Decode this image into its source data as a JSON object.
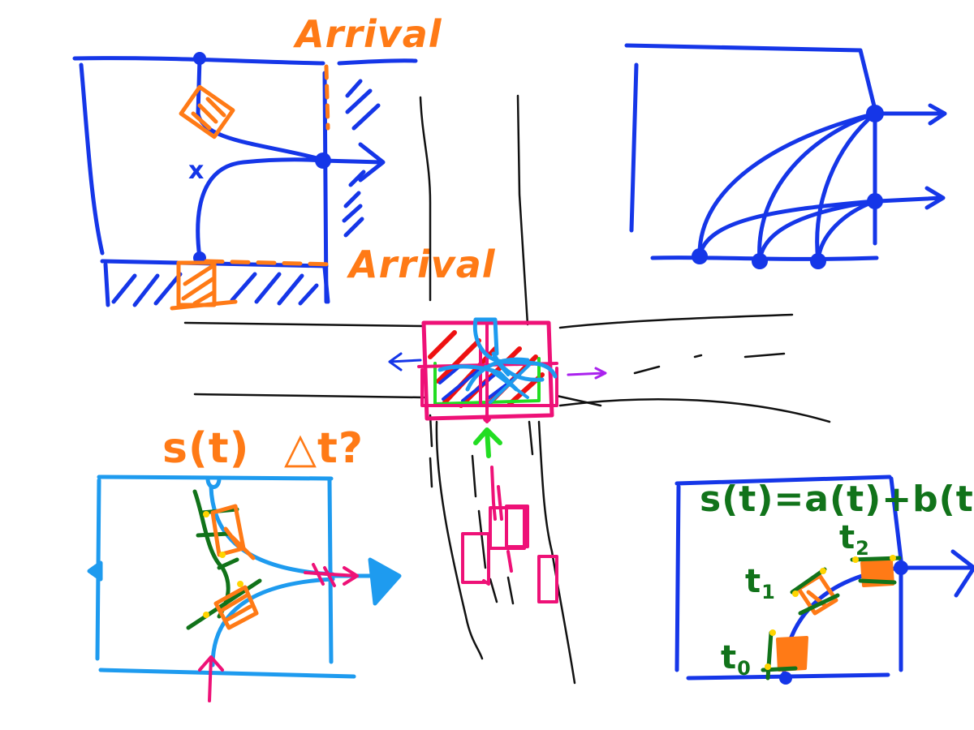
{
  "colors": {
    "blue": "#1536e8",
    "orange": "#ff7a16",
    "light_blue": "#1e9bef",
    "green": "#11731a",
    "bright_green": "#22dd22",
    "pink": "#ee1177",
    "red": "#ee1111",
    "purple": "#aa22ee",
    "yellow": "#ffd400",
    "black": "#111111"
  },
  "labels": {
    "arrival_top": "Arrival",
    "arrival_bottom": "Arrival",
    "cross_mark": "x",
    "s_of_t": "s(t)",
    "delta_t": "△t?",
    "equation": "s(t)=a(t)+b(t)+",
    "t0": "t",
    "t0_sub": "0",
    "t1": "t",
    "t1_sub": "1",
    "t2": "t",
    "t2_sub": "2"
  }
}
